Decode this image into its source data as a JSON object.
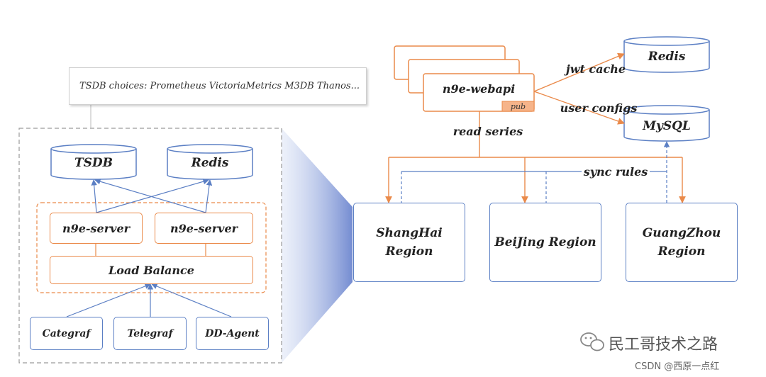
{
  "note": {
    "text": "TSDB choices: Prometheus VictoriaMetrics M3DB Thanos..."
  },
  "left": {
    "tsdb": "TSDB",
    "redis": "Redis",
    "server1": "n9e-server",
    "server2": "n9e-server",
    "load_balance": "Load Balance",
    "agents": [
      "Categraf",
      "Telegraf",
      "DD-Agent"
    ]
  },
  "right": {
    "webapi": "n9e-webapi",
    "pub": "pub",
    "redis": "Redis",
    "mysql": "MySQL",
    "jwt_cache": "jwt cache",
    "user_configs": "user configs",
    "read_series": "read series",
    "sync_rules": "sync rules",
    "regions": [
      {
        "line1": "ShangHai",
        "line2": "Region"
      },
      {
        "line1": "BeiJing Region",
        "line2": ""
      },
      {
        "line1": "GuangZhou",
        "line2": "Region"
      }
    ]
  },
  "watermark": {
    "brand": "民工哥技术之路",
    "source": "CSDN @西原一点红"
  },
  "colors": {
    "blue": "#5b7fc4",
    "orange": "#ea8a4a",
    "pub_fill": "#f6b48a"
  }
}
